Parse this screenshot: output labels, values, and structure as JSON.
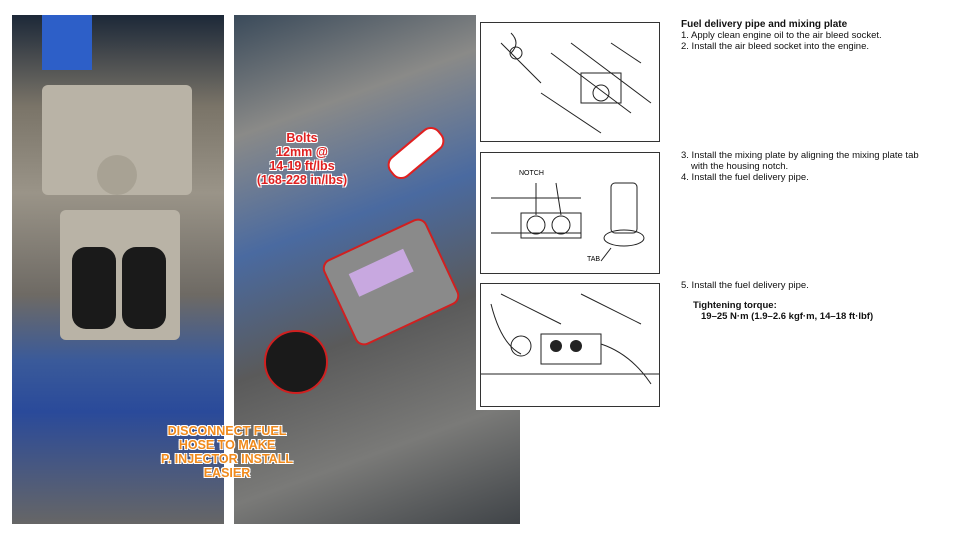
{
  "callouts": {
    "bolts": [
      "Bolts",
      "12mm @",
      "14-19 ft/lbs",
      "(168-228 in/lbs)"
    ],
    "disconnect": [
      "DISCONNECT FUEL",
      "HOSE TO MAKE",
      "P. INJECTOR INSTALL",
      "EASIER"
    ]
  },
  "diagrams": {
    "notch_label": "NOTCH",
    "tab_label": "TAB"
  },
  "manual": {
    "title": "Fuel delivery pipe and mixing plate",
    "step1": "1. Apply clean engine oil to the air bleed socket.",
    "step2": "2. Install the air bleed socket into the engine.",
    "step3a": "3. Install the mixing plate by aligning the mixing plate tab",
    "step3b": "with the housing notch.",
    "step4": "4. Install the fuel delivery pipe.",
    "step5": "5. Install the fuel delivery pipe.",
    "torque_label": "Tightening torque:",
    "torque_value": "19–25 N·m (1.9–2.6 kgf·m, 14–18 ft·lbf)"
  }
}
